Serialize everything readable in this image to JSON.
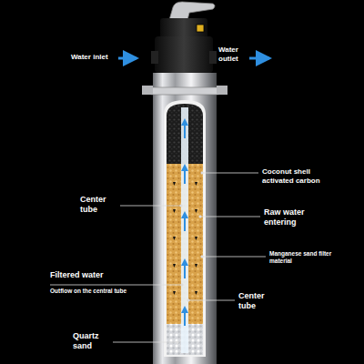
{
  "diagram": {
    "labels": [
      "Water inlet",
      "Water outlet",
      "Coconut shell activated carbon",
      "Center tube",
      "Raw water entering",
      "Manganese sand filter material",
      "Filtered water",
      "Outflow on the central tube",
      "Center tube",
      "Quartz sand"
    ]
  }
}
